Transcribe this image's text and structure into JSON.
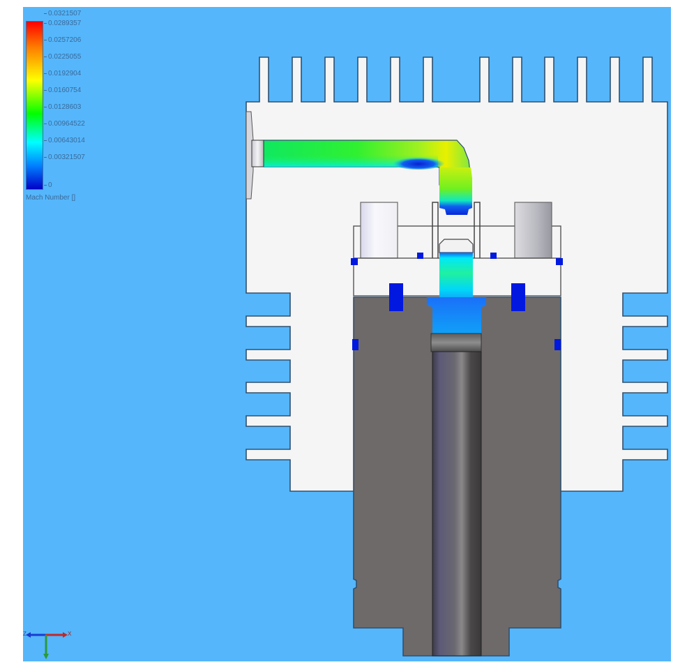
{
  "legend": {
    "title": "Mach Number []",
    "ticks": [
      {
        "label": "0.0321507"
      },
      {
        "label": "0.0289357"
      },
      {
        "label": "0.0257206"
      },
      {
        "label": "0.0225055"
      },
      {
        "label": "0.0192904"
      },
      {
        "label": "0.0160754"
      },
      {
        "label": "0.0128603"
      },
      {
        "label": "0.00964522"
      },
      {
        "label": "0.00643014"
      },
      {
        "label": "0.00321507"
      },
      {
        "label": "0"
      }
    ],
    "colors": {
      "max": "#ff0000",
      "high": "#ffff00",
      "mid": "#00ff00",
      "lowmid": "#00ffff",
      "min": "#0000c8"
    }
  },
  "triad": {
    "x_label": "X",
    "z_label": "Z"
  },
  "colors": {
    "background": "#55b6fb",
    "heatsink": "#f5f5f5",
    "outline": "#2f5070",
    "barrel": "#6e6a6a",
    "heatbreak_tube": "#5a5868",
    "seal_blue": "#0018e0"
  }
}
